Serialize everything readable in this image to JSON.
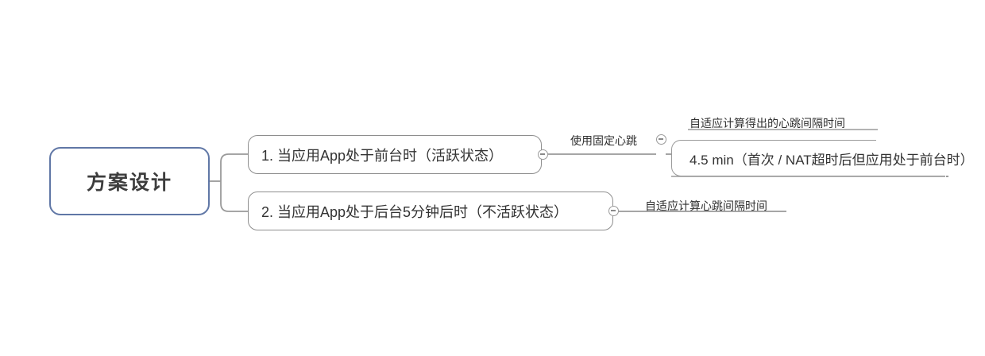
{
  "diagram": {
    "type": "mind-map",
    "title": "方案设计",
    "orientation": "left-to-right",
    "colors": {
      "root_border": "#6077a6",
      "node_border": "#8e8e8e",
      "connector": "#9a9a9a",
      "text": "#333333",
      "background": "#ffffff"
    }
  },
  "root": {
    "label": "方案设计"
  },
  "branches": [
    {
      "id": "branch-1",
      "label": "1. 当应用App处于前台时（活跃状态）",
      "toggle": "collapse-toggle",
      "edge_label": "使用固定心跳",
      "children": [
        {
          "id": "leaf-1",
          "edge_label": "自适应计算得出的心跳间隔时间",
          "label": "4.5 min（首次 / NAT超时后但应用处于前台时）",
          "toggle": "collapse-toggle"
        }
      ]
    },
    {
      "id": "branch-2",
      "label": "2. 当应用App处于后台5分钟后时（不活跃状态）",
      "toggle": "collapse-toggle",
      "edge_label": "自适应计算心跳间隔时间",
      "children": []
    }
  ]
}
